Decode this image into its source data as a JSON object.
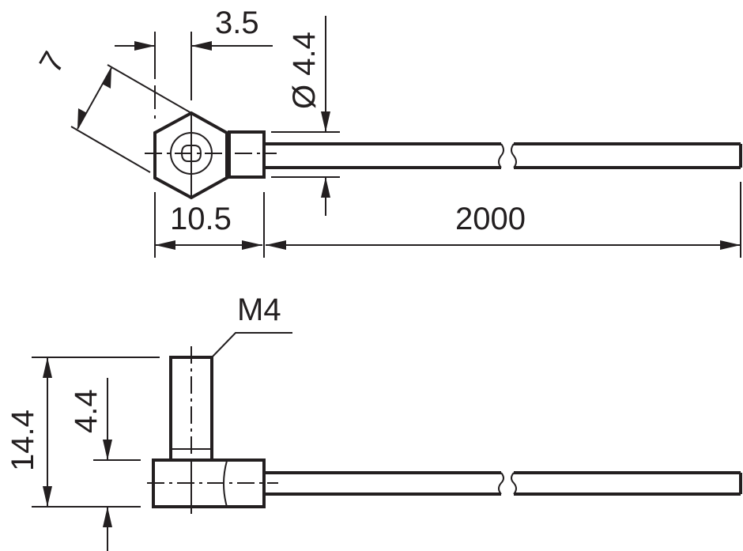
{
  "top_view": {
    "dim_offset": "3.5",
    "dim_diameter": "Ø 4.4",
    "dim_across_flats": "7",
    "dim_head_length": "10.5",
    "dim_cable_length": "2000"
  },
  "side_view": {
    "thread_label": "M4",
    "dim_total_height": "14.4",
    "dim_body_height": "4.4"
  },
  "colors": {
    "line": "#231f20",
    "background": "#ffffff"
  }
}
